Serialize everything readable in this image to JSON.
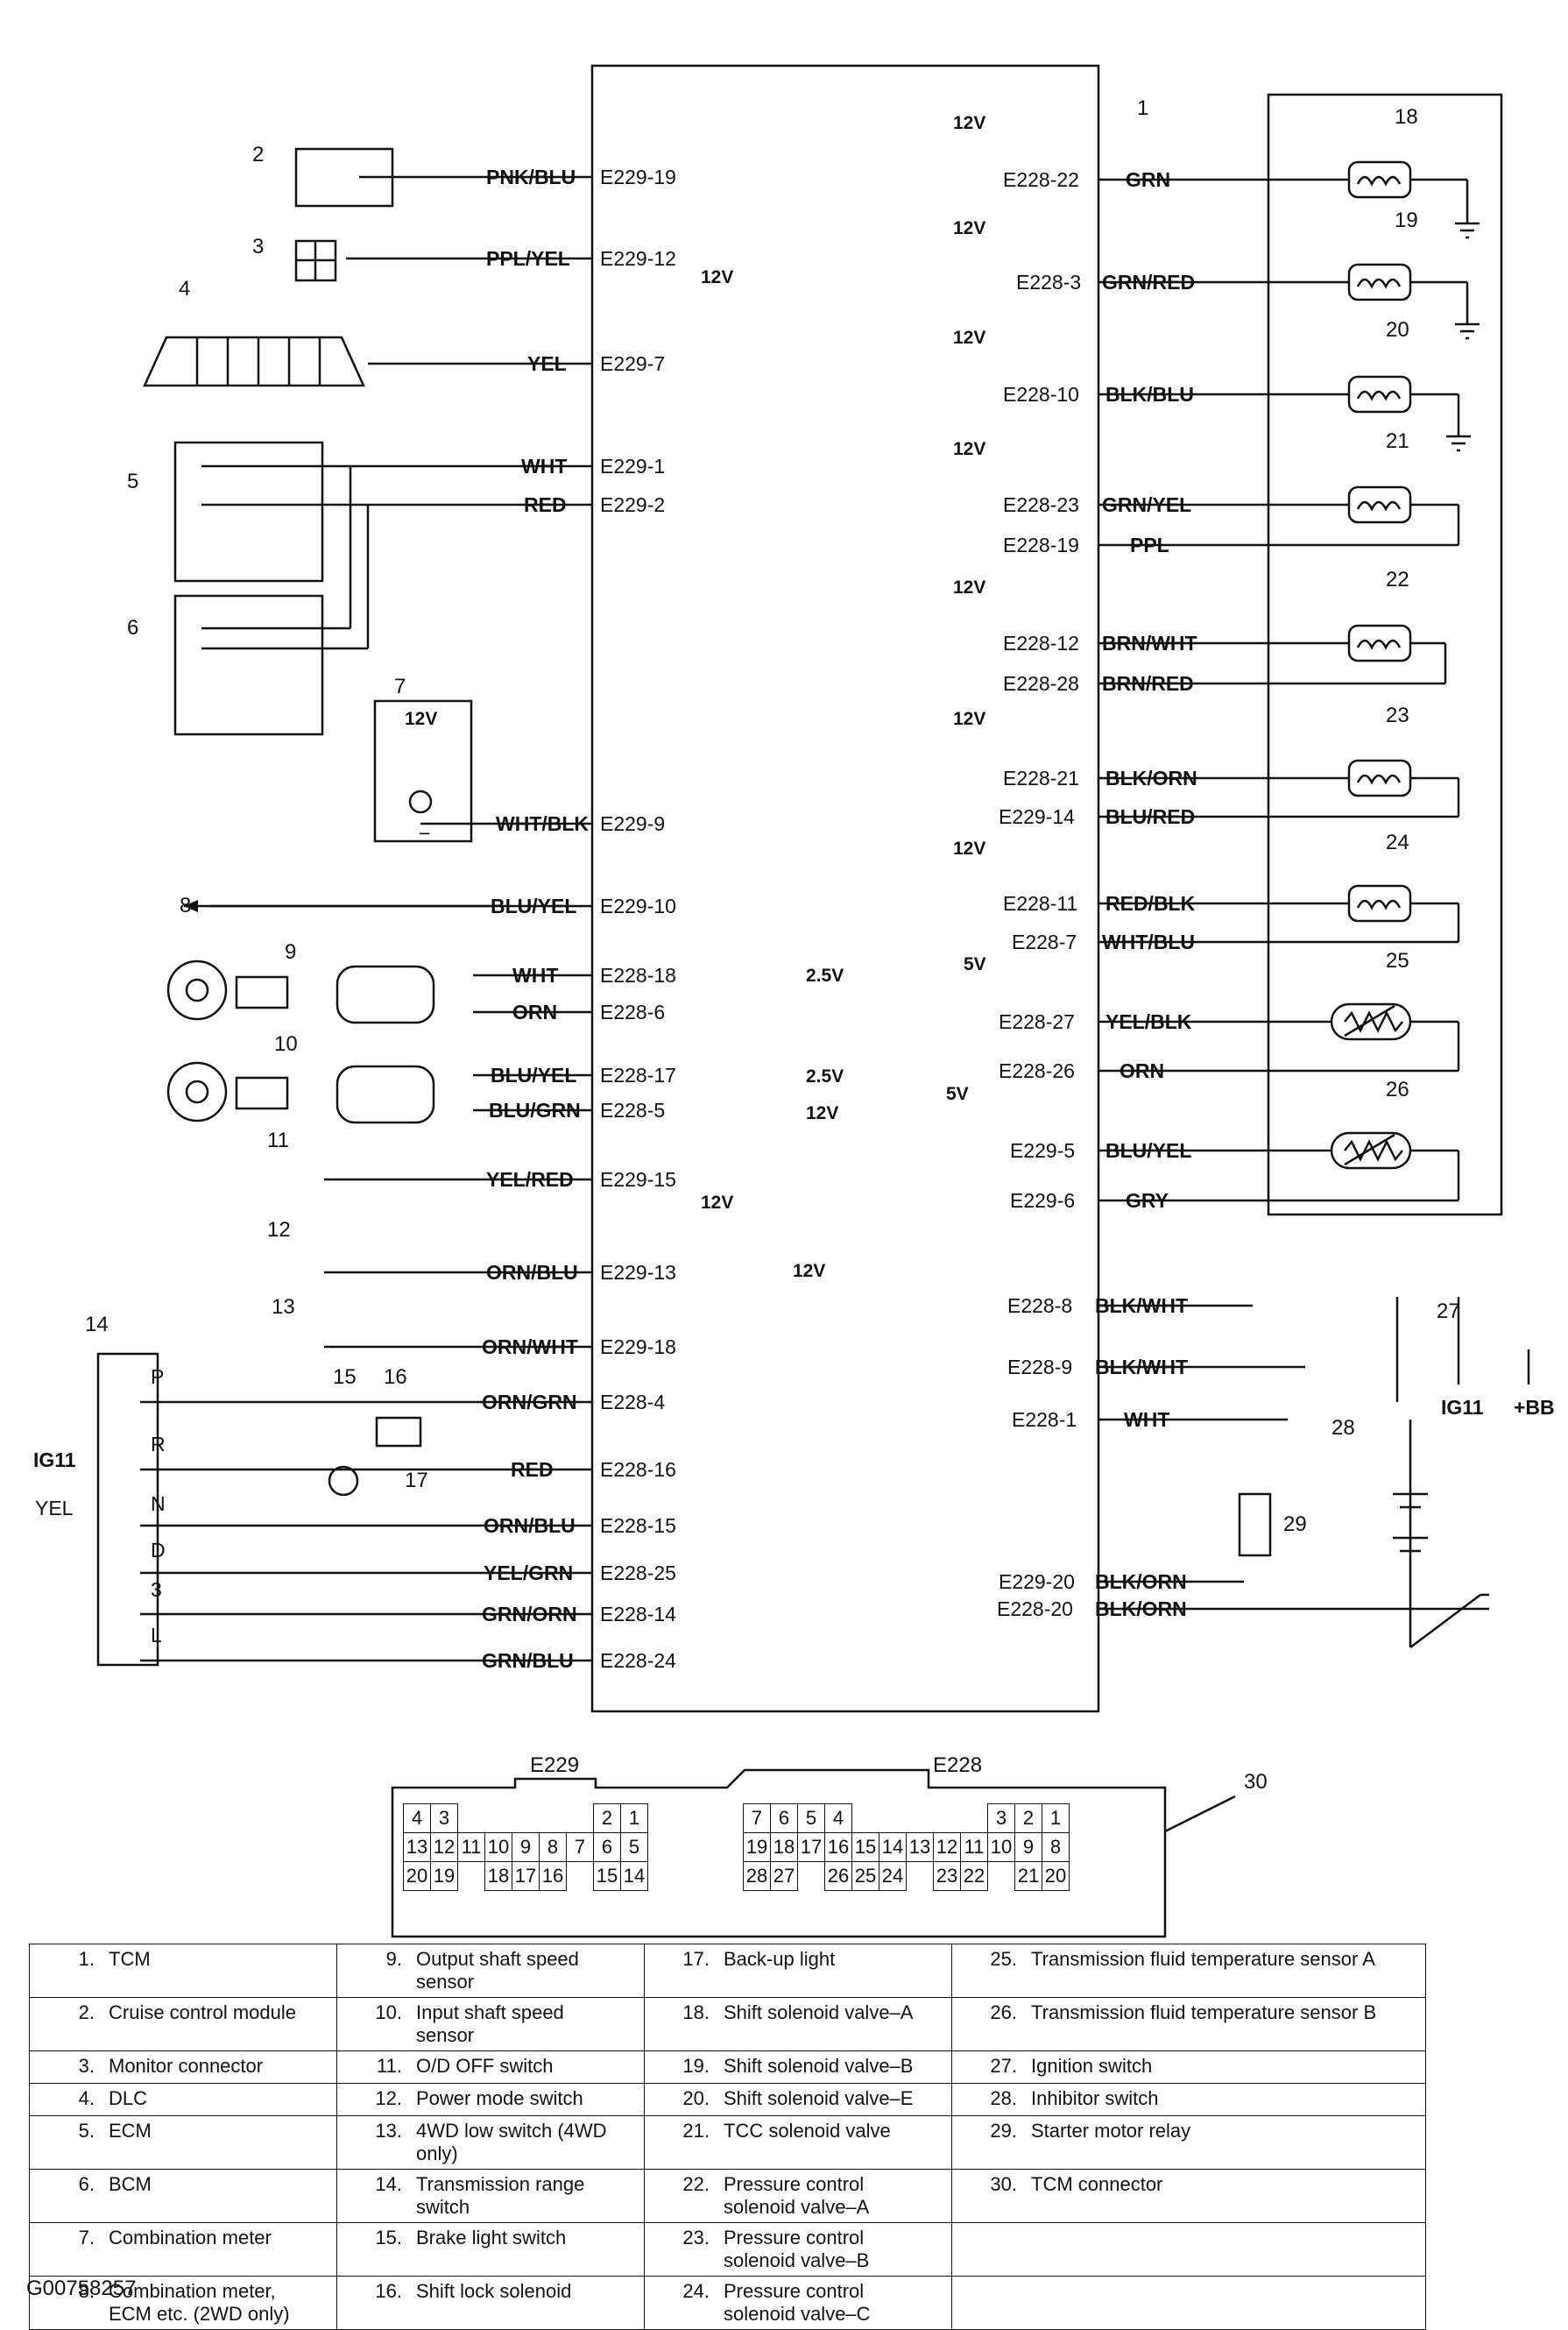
{
  "tcm_pins_left": [
    {
      "wire": "PNK/BLU",
      "pin": "E229-19"
    },
    {
      "wire": "PPL/YEL",
      "pin": "E229-12"
    },
    {
      "wire": "YEL",
      "pin": "E229-7"
    },
    {
      "wire": "WHT",
      "pin": "E229-1"
    },
    {
      "wire": "RED",
      "pin": "E229-2"
    },
    {
      "wire": "WHT/BLK",
      "pin": "E229-9"
    },
    {
      "wire": "BLU/YEL",
      "pin": "E229-10"
    },
    {
      "wire": "WHT",
      "pin": "E228-18"
    },
    {
      "wire": "ORN",
      "pin": "E228-6"
    },
    {
      "wire": "BLU/YEL",
      "pin": "E228-17"
    },
    {
      "wire": "BLU/GRN",
      "pin": "E228-5"
    },
    {
      "wire": "YEL/RED",
      "pin": "E229-15"
    },
    {
      "wire": "ORN/BLU",
      "pin": "E229-13"
    },
    {
      "wire": "ORN/WHT",
      "pin": "E229-18"
    },
    {
      "wire": "ORN/GRN",
      "pin": "E228-4"
    },
    {
      "wire": "RED",
      "pin": "E228-16"
    },
    {
      "wire": "ORN/BLU",
      "pin": "E228-15"
    },
    {
      "wire": "YEL/GRN",
      "pin": "E228-25"
    },
    {
      "wire": "GRN/ORN",
      "pin": "E228-14"
    },
    {
      "wire": "GRN/BLU",
      "pin": "E228-24"
    }
  ],
  "tcm_pins_right": [
    {
      "pin": "E228-22",
      "wire": "GRN"
    },
    {
      "pin": "E228-3",
      "wire": "GRN/RED"
    },
    {
      "pin": "E228-10",
      "wire": "BLK/BLU"
    },
    {
      "pin": "E228-23",
      "wire": "GRN/YEL"
    },
    {
      "pin": "E228-19",
      "wire": "PPL"
    },
    {
      "pin": "E228-12",
      "wire": "BRN/WHT"
    },
    {
      "pin": "E228-28",
      "wire": "BRN/RED"
    },
    {
      "pin": "E228-21",
      "wire": "BLK/ORN"
    },
    {
      "pin": "E229-14",
      "wire": "BLU/RED"
    },
    {
      "pin": "E228-11",
      "wire": "RED/BLK"
    },
    {
      "pin": "E228-7",
      "wire": "WHT/BLU"
    },
    {
      "pin": "E228-27",
      "wire": "YEL/BLK"
    },
    {
      "pin": "E228-26",
      "wire": "ORN"
    },
    {
      "pin": "E229-5",
      "wire": "BLU/YEL"
    },
    {
      "pin": "E229-6",
      "wire": "GRY"
    },
    {
      "pin": "E228-8",
      "wire": "BLK/WHT"
    },
    {
      "pin": "E228-9",
      "wire": "BLK/WHT"
    },
    {
      "pin": "E228-1",
      "wire": "WHT"
    },
    {
      "pin": "E229-20",
      "wire": "BLK/ORN"
    },
    {
      "pin": "E228-20",
      "wire": "BLK/ORN"
    }
  ],
  "voltages": {
    "v12": "12V",
    "v5": "5V",
    "v25": "2.5V"
  },
  "range_positions": [
    "P",
    "R",
    "N",
    "D",
    "3",
    "L"
  ],
  "labels": {
    "ig11_left": "IG11",
    "yel_left": "YEL",
    "ig11_right": "IG11",
    "bb": "+BB",
    "meter_minus": "−"
  },
  "connector": {
    "e229_title": "E229",
    "e228_title": "E228",
    "e229_rows": [
      [
        "4",
        "3",
        "",
        "",
        "",
        "",
        "",
        "2",
        "1"
      ],
      [
        "13",
        "12",
        "11",
        "10",
        "9",
        "8",
        "7",
        "6",
        "5"
      ],
      [
        "20",
        "19",
        "",
        "18",
        "17",
        "16",
        "",
        "15",
        "14"
      ]
    ],
    "e228_rows": [
      [
        "7",
        "6",
        "5",
        "4",
        "",
        "",
        "",
        "",
        "",
        "3",
        "2",
        "1"
      ],
      [
        "19",
        "18",
        "17",
        "16",
        "15",
        "14",
        "13",
        "12",
        "11",
        "10",
        "9",
        "8"
      ],
      [
        "28",
        "27",
        "",
        "26",
        "25",
        "24",
        "",
        "23",
        "22",
        "",
        "21",
        "20"
      ]
    ]
  },
  "legend": [
    [
      "1.",
      "TCM"
    ],
    [
      "2.",
      "Cruise control module"
    ],
    [
      "3.",
      "Monitor connector"
    ],
    [
      "4.",
      "DLC"
    ],
    [
      "5.",
      "ECM"
    ],
    [
      "6.",
      "BCM"
    ],
    [
      "7.",
      "Combination meter"
    ],
    [
      "8.",
      "Combination meter, ECM etc. (2WD only)"
    ],
    [
      "9.",
      "Output shaft speed sensor"
    ],
    [
      "10.",
      "Input shaft speed sensor"
    ],
    [
      "11.",
      "O/D OFF switch"
    ],
    [
      "12.",
      "Power mode switch"
    ],
    [
      "13.",
      "4WD low switch (4WD only)"
    ],
    [
      "14.",
      "Transmission range switch"
    ],
    [
      "15.",
      "Brake light switch"
    ],
    [
      "16.",
      "Shift lock solenoid"
    ],
    [
      "17.",
      "Back-up light"
    ],
    [
      "18.",
      "Shift solenoid valve–A"
    ],
    [
      "19.",
      "Shift solenoid valve–B"
    ],
    [
      "20.",
      "Shift solenoid valve–E"
    ],
    [
      "21.",
      "TCC solenoid valve"
    ],
    [
      "22.",
      "Pressure control solenoid valve–A"
    ],
    [
      "23.",
      "Pressure control solenoid valve–B"
    ],
    [
      "24.",
      "Pressure control solenoid valve–C"
    ],
    [
      "25.",
      "Transmission fluid temperature sensor A"
    ],
    [
      "26.",
      "Transmission fluid temperature sensor B"
    ],
    [
      "27.",
      "Ignition switch"
    ],
    [
      "28.",
      "Inhibitor switch"
    ],
    [
      "29.",
      "Starter motor relay"
    ],
    [
      "30.",
      "TCM connector"
    ]
  ],
  "callouts": [
    "1",
    "2",
    "3",
    "4",
    "5",
    "6",
    "7",
    "8",
    "9",
    "10",
    "11",
    "12",
    "13",
    "14",
    "15",
    "16",
    "17",
    "18",
    "19",
    "20",
    "21",
    "22",
    "23",
    "24",
    "25",
    "26",
    "27",
    "28",
    "29",
    "30"
  ],
  "figure_code": "G00758257"
}
